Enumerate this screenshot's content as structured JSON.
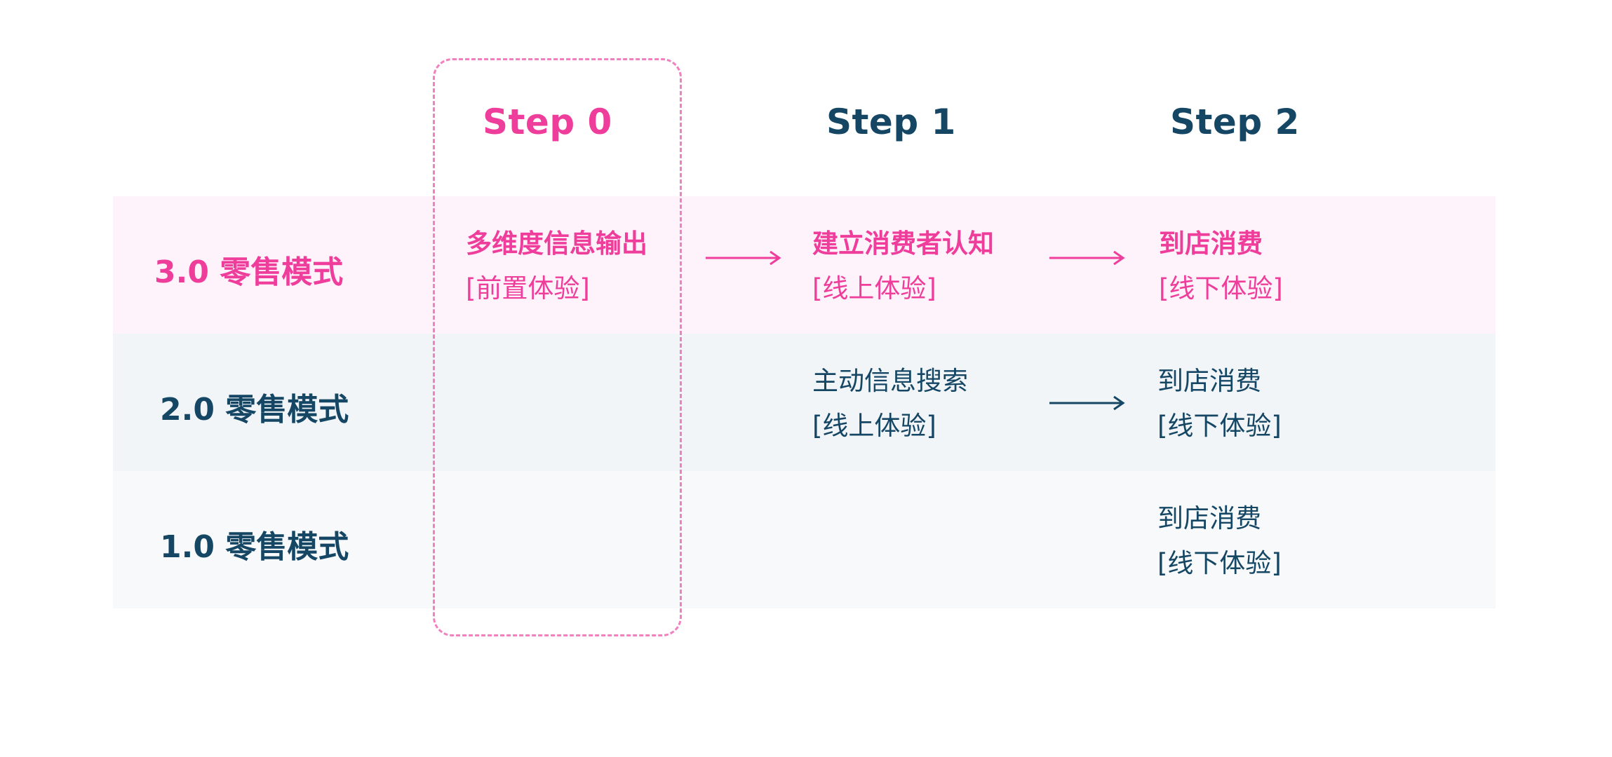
{
  "steps": [
    {
      "label": "Step 0"
    },
    {
      "label": "Step 1"
    },
    {
      "label": "Step 2"
    }
  ],
  "rows": [
    {
      "label": "3.0 零售模式",
      "cells": {
        "step0": {
          "title": "多维度信息输出",
          "sub": "[前置体验]"
        },
        "step1": {
          "title": "建立消费者认知",
          "sub": "[线上体验]"
        },
        "step2": {
          "title": "到店消费",
          "sub": "[线下体验]"
        }
      }
    },
    {
      "label": "2.0 零售模式",
      "cells": {
        "step1": {
          "title": "主动信息搜索",
          "sub": "[线上体验]"
        },
        "step2": {
          "title": "到店消费",
          "sub": "[线下体验]"
        }
      }
    },
    {
      "label": "1.0 零售模式",
      "cells": {
        "step2": {
          "title": "到店消费",
          "sub": "[线下体验]"
        }
      }
    }
  ],
  "colors": {
    "accent_pink": "#ee3d9a",
    "primary_navy": "#154765",
    "row_3_bg": "#fef3fb",
    "row_2_bg": "#f2f5f8",
    "row_1_bg": "#f7f9fb"
  }
}
